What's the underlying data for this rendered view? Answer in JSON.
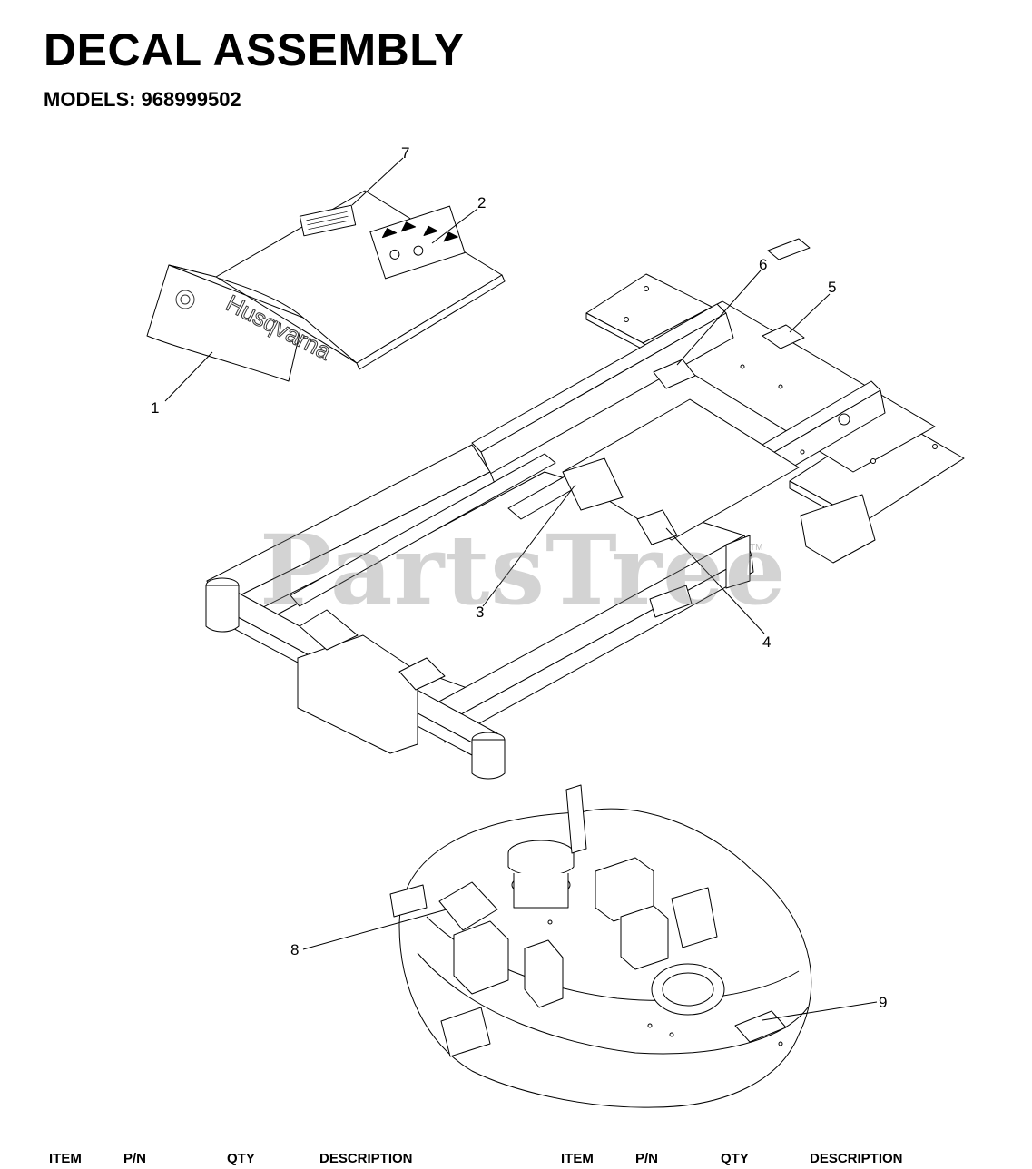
{
  "header": {
    "title": "DECAL ASSEMBLY",
    "models": "MODELS: 968999502"
  },
  "watermark": {
    "text": "PartsTree",
    "trademark": "TM"
  },
  "decal_text": {
    "brand": "Husqvarna"
  },
  "callouts": [
    {
      "id": "callout-1",
      "label": "1"
    },
    {
      "id": "callout-2",
      "label": "2"
    },
    {
      "id": "callout-3",
      "label": "3"
    },
    {
      "id": "callout-4",
      "label": "4"
    },
    {
      "id": "callout-5",
      "label": "5"
    },
    {
      "id": "callout-6",
      "label": "6"
    },
    {
      "id": "callout-7",
      "label": "7"
    },
    {
      "id": "callout-8",
      "label": "8"
    },
    {
      "id": "callout-9",
      "label": "9"
    }
  ],
  "table_header": {
    "left": {
      "item": "ITEM",
      "pn": "P/N",
      "qty": "QTY",
      "description": "DESCRIPTION"
    },
    "right": {
      "item": "ITEM",
      "pn": "P/N",
      "qty": "QTY",
      "description": "DESCRIPTION"
    }
  }
}
